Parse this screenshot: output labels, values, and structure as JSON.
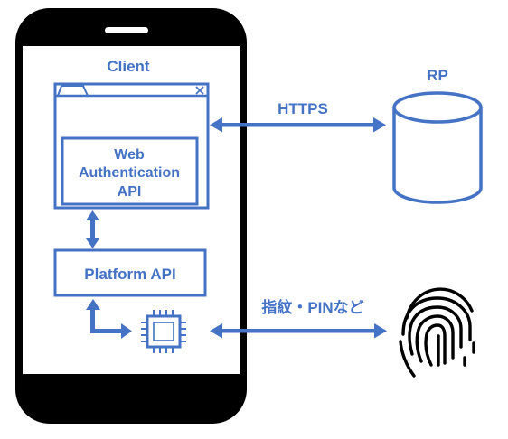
{
  "client": {
    "title": "Client",
    "webauthn_line1": "Web",
    "webauthn_line2": "Authentication",
    "webauthn_line3": "API",
    "platform_api": "Platform API"
  },
  "rp": {
    "label": "RP"
  },
  "connections": {
    "https": "HTTPS",
    "biometric": "指紋・PINなど"
  },
  "icons": {
    "server": "database-cylinder-icon",
    "authenticator": "chip-icon",
    "fingerprint": "fingerprint-icon",
    "window_close": "close-icon"
  },
  "colors": {
    "accent": "#4472c4",
    "phone_body": "#000000",
    "screen": "#ffffff"
  }
}
